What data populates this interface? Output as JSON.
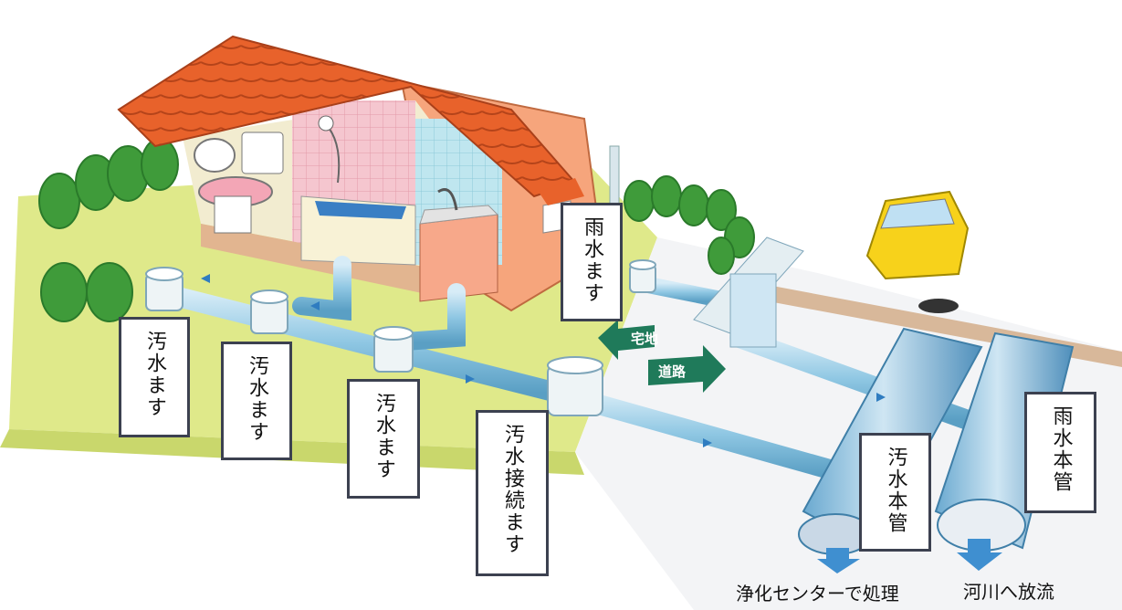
{
  "labels": {
    "rain_inlet": "雨水ます",
    "sewage_inlet_1": "汚水ます",
    "sewage_inlet_2": "汚水ます",
    "sewage_inlet_3": "汚水ます",
    "sewage_connection_inlet": "汚水接続ます",
    "sewage_main": "汚水本管",
    "rain_main": "雨水本管"
  },
  "signs": {
    "private_land": "宅地",
    "road": "道路"
  },
  "captions": {
    "treatment_center": "浄化センターで処理",
    "river_discharge": "河川へ放流"
  },
  "colors": {
    "pipe": "#8fc7e3",
    "roof": "#e8622b",
    "lawn": "#dfe98a",
    "sign": "#1f7a5a",
    "label_border": "#3c4150"
  }
}
